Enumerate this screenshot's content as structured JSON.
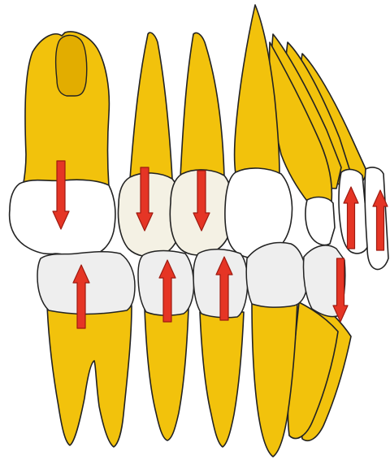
{
  "colors": {
    "background": "#ffffff",
    "root_fill": "#f2c20c",
    "root_shade": "#e2ad00",
    "outline": "#222222",
    "crown_fill": "#ffffff",
    "crown_warm": "#f4f1e4",
    "crown_lower": "#eeeeee",
    "arrow_fill": "#e53525",
    "arrow_stroke": "#9e1a10"
  },
  "arrows": [
    {
      "tooth": "upper-molar",
      "direction": "down"
    },
    {
      "tooth": "upper-second-premolar",
      "direction": "down"
    },
    {
      "tooth": "upper-first-premolar",
      "direction": "down"
    },
    {
      "tooth": "upper-incisor-lateral",
      "direction": "up"
    },
    {
      "tooth": "upper-incisor-central",
      "direction": "up"
    },
    {
      "tooth": "lower-molar",
      "direction": "up"
    },
    {
      "tooth": "lower-second-premolar",
      "direction": "up"
    },
    {
      "tooth": "lower-first-premolar",
      "direction": "up"
    },
    {
      "tooth": "lower-incisor",
      "direction": "down"
    }
  ]
}
